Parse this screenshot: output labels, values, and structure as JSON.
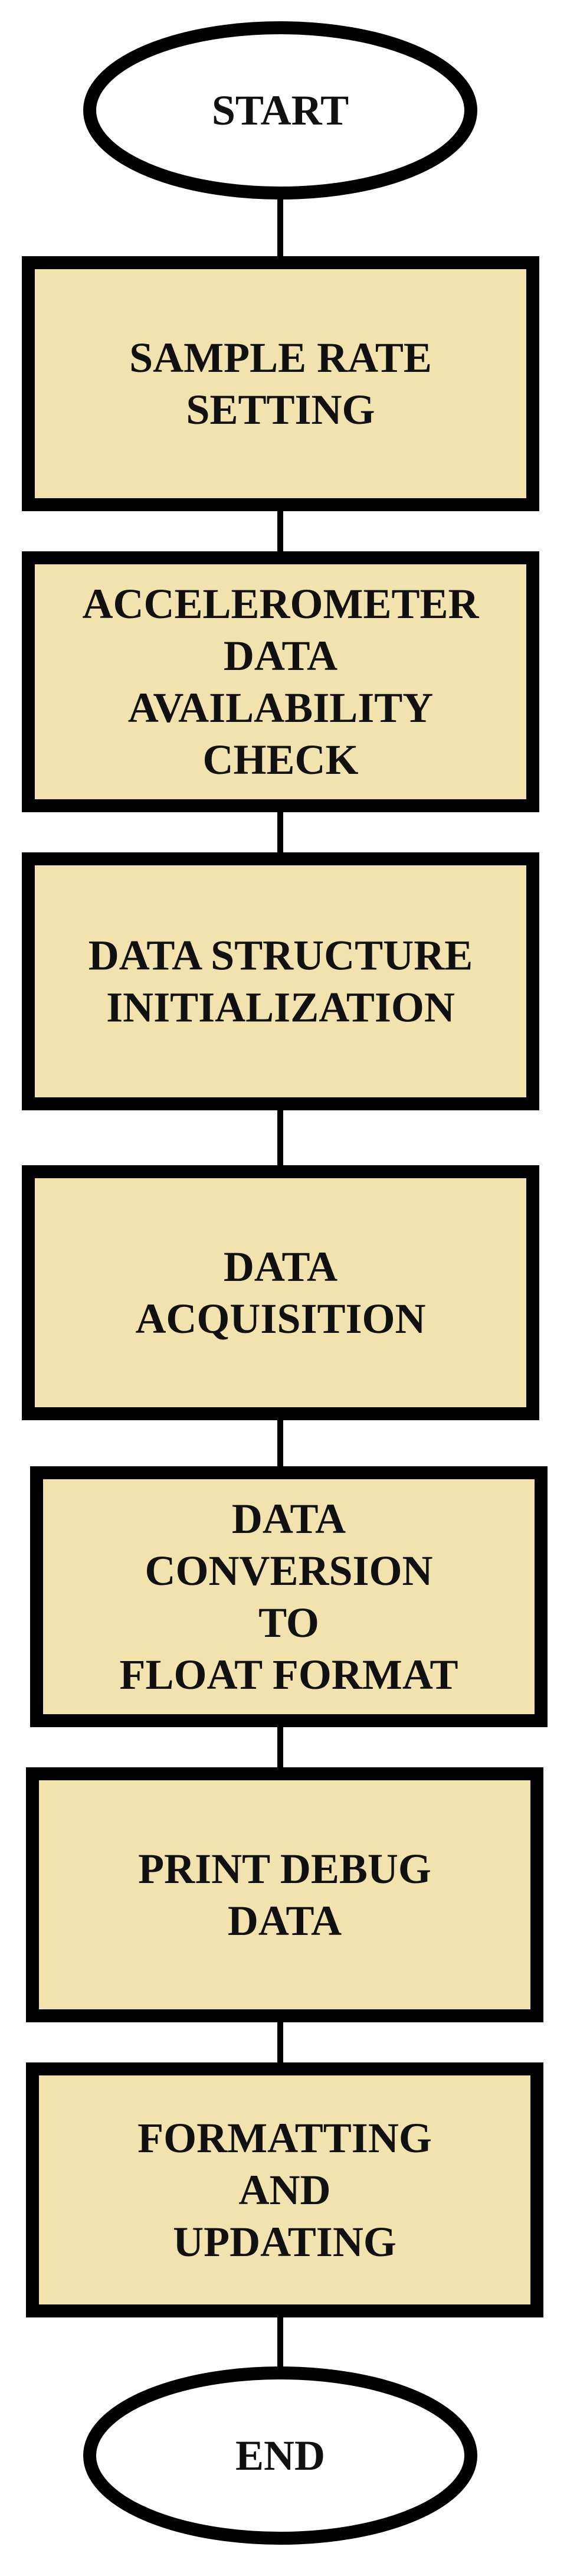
{
  "flowchart": {
    "start": {
      "label": "START"
    },
    "steps": [
      {
        "lines": [
          "SAMPLE RATE",
          "SETTING"
        ]
      },
      {
        "lines": [
          "ACCELEROMETER",
          "DATA",
          "AVAILABILITY",
          "CHECK"
        ]
      },
      {
        "lines": [
          "DATA STRUCTURE",
          "INITIALIZATION"
        ]
      },
      {
        "lines": [
          "DATA",
          "ACQUISITION"
        ]
      },
      {
        "lines": [
          "DATA",
          "CONVERSION",
          "TO",
          "FLOAT FORMAT"
        ]
      },
      {
        "lines": [
          "PRINT DEBUG",
          "DATA"
        ]
      },
      {
        "lines": [
          "FORMATTING",
          "AND",
          "UPDATING"
        ]
      }
    ],
    "end": {
      "label": "END"
    }
  },
  "colors": {
    "box_fill": "#F2E2AE",
    "stroke": "#000000",
    "text": "#111111",
    "terminal_fill": "#FFFFFF"
  }
}
